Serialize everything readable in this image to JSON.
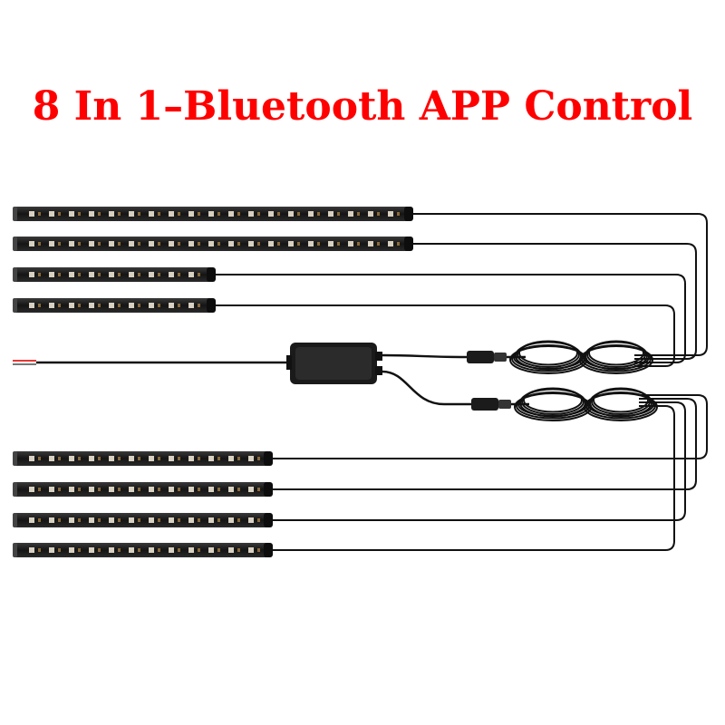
{
  "title": "8 In 1–Bluetooth APP Control",
  "colors": {
    "title": "#ff0000",
    "strip": "#1c1c1c",
    "wire": "#111111",
    "background": "#ffffff"
  },
  "strips": {
    "top_group": [
      "long",
      "long",
      "short",
      "short"
    ],
    "bottom_group": [
      "long",
      "long",
      "long",
      "long"
    ]
  }
}
